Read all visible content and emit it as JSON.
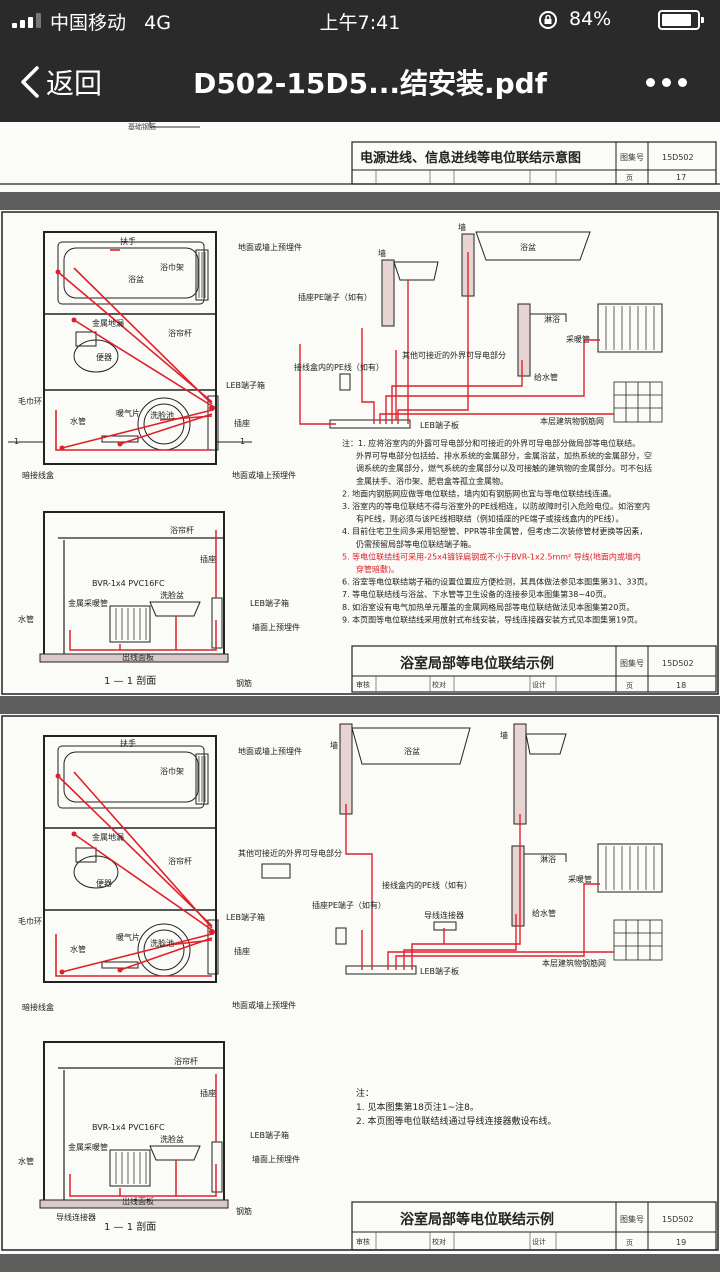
{
  "status_bar": {
    "carrier": "中国移动",
    "network": "4G",
    "time": "上午7:41",
    "battery_percent": "84%",
    "battery_level": 0.84
  },
  "nav_bar": {
    "back_label": "返回",
    "title": "D502-15D5...结安装.pdf"
  },
  "pages": [
    {
      "title_block": {
        "title": "电源进线、信息进线等电位联结示意图",
        "atlas_label": "图集号",
        "atlas_no": "15D502",
        "page_label": "页",
        "page_no": "17"
      },
      "top_fragment": "基础钢筋"
    },
    {
      "labels": {
        "handrail": "扶手",
        "bathtub": "浴盆",
        "towel_rack": "浴巾架",
        "metal_drain": "金属地漏",
        "curtain_rod": "浴帘杆",
        "toilet": "便器",
        "towel_ring": "毛巾环",
        "water_pipe": "水管",
        "radiator": "暖气片",
        "washbasin": "洗脸池",
        "junction_box": "暗接线盒",
        "leb_box": "LEB端子箱",
        "socket": "插座",
        "floor_embed": "地面或墙上预埋件",
        "floor_embed_top": "地面或墙上预埋件",
        "wall1": "墙",
        "wall2": "墙",
        "bath_right": "浴盆",
        "shower": "淋浴",
        "heating": "采暖管",
        "water_supply": "给水管",
        "socket_pe": "插座PE端子（如有）",
        "box_pe": "接线盒内的PE线（如有）",
        "other_parts": "其他可接近的外界可导电部分",
        "leb_board": "LEB端子板",
        "mesh": "本层建筑物钢筋网",
        "section_mark_left": "1",
        "section_mark_right": "1"
      },
      "section": {
        "curtain_rod": "浴帘杆",
        "socket": "插座",
        "cable": "BVR-1x4  PVC16FC",
        "metal_heating": "金属采暖管",
        "washbasin": "洗脸盆",
        "water_pipe": "水管",
        "outlet_panel": "出线面板",
        "leb_box": "LEB端子箱",
        "embed": "墙面上预埋件",
        "rebar": "钢筋",
        "caption": "1 — 1 剖面"
      },
      "notes": [
        "注：1. 应将浴室内的外露可导电部分和可接近的外界可导电部分做局部等电位联结。",
        "外界可导电部分包括给、排水系统的金属部分，金属浴盆，加热系统的金属部分，空",
        "调系统的金属部分，燃气系统的金属部分以及可接触的建筑物的金属部分。可不包括",
        "金属扶手、浴巾架、肥皂盒等孤立金属物。",
        "2. 地面内钢筋网应做等电位联结，墙内如有钢筋网也宜与等电位联结线连通。",
        "3. 浴室内的等电位联结不得与浴室外的PE线相连，以防故障时引入危险电位。如浴室内",
        "有PE线，则必须与该PE线相联结（例如插座的PE端子或接线盒内的PE线）。",
        "4. 目前住宅卫生间多采用铝塑管、PPR等非金属管，但考虑二次装修管材更换等因素，",
        "仍需预留局部等电位联结端子箱。",
        "5. 等电位联结线可采用-25x4镀锌扁钢或不小于BVR-1x2.5mm² 导线(地面内或墙内",
        "穿管暗敷)。",
        "6. 浴室等电位联结端子箱的设置位置应方便检测，其具体做法参见本图集第31、33页。",
        "7. 等电位联结线与浴盆、下水管等卫生设备的连接参见本图集第38~40页。",
        "8. 如浴室设有电气加热单元覆盖的金属网格局部等电位联结做法见本图集第20页。",
        "9. 本页图等电位联结线采用放射式布线安装，导线连接器安装方式见本图集第19页。"
      ],
      "title_block": {
        "title": "浴室局部等电位联结示例",
        "atlas_label": "图集号",
        "atlas_no": "15D502",
        "page_label": "页",
        "page_no": "18",
        "review_label": "审核",
        "check_label": "校对",
        "design_label": "设计"
      }
    },
    {
      "labels": {
        "handrail": "扶手",
        "towel_rack": "浴巾架",
        "floor_embed_top": "地面或墙上预埋件",
        "metal_drain": "金属地漏",
        "curtain_rod": "浴帘杆",
        "other_parts": "其他可接近的外界可导电部分",
        "toilet": "便器",
        "towel_ring": "毛巾环",
        "water_pipe": "水管",
        "radiator": "暖气片",
        "washbasin": "洗脸池",
        "leb_box": "LEB端子箱",
        "socket": "插座",
        "junction_box": "暗接线盒",
        "floor_embed": "地面或墙上预埋件",
        "wall1": "墙",
        "wall2": "墙",
        "bath": "浴盆",
        "shower": "淋浴",
        "heating": "采暖管",
        "water_supply": "给水管",
        "socket_pe": "插座PE端子（如有）",
        "box_pe": "接线盒内的PE线（如有）",
        "connector": "导线连接器",
        "leb_board": "LEB端子板",
        "mesh": "本层建筑物钢筋网"
      },
      "section": {
        "curtain_rod": "浴帘杆",
        "socket": "插座",
        "cable": "BVR-1x4  PVC16FC",
        "metal_heating": "金属采暖管",
        "washbasin": "洗脸盆",
        "water_pipe": "水管",
        "outlet_panel": "出线面板",
        "leb_box": "LEB端子箱",
        "embed": "墙面上预埋件",
        "rebar": "钢筋",
        "connector": "导线连接器",
        "caption": "1 — 1 剖面"
      },
      "notes": [
        "注：",
        "1. 见本图集第18页注1~注8。",
        "2. 本页图等电位联结线通过导线连接器敷设布线。"
      ],
      "title_block": {
        "title": "浴室局部等电位联结示例",
        "atlas_label": "图集号",
        "atlas_no": "15D502",
        "page_label": "页",
        "page_no": "19",
        "review_label": "审核",
        "check_label": "校对",
        "design_label": "设计"
      }
    }
  ],
  "colors": {
    "bar": "#2a2a2a",
    "page": "#fbfbf8",
    "gap": "#5e5e5e",
    "line": "#222222",
    "bond": "#e0202a"
  }
}
